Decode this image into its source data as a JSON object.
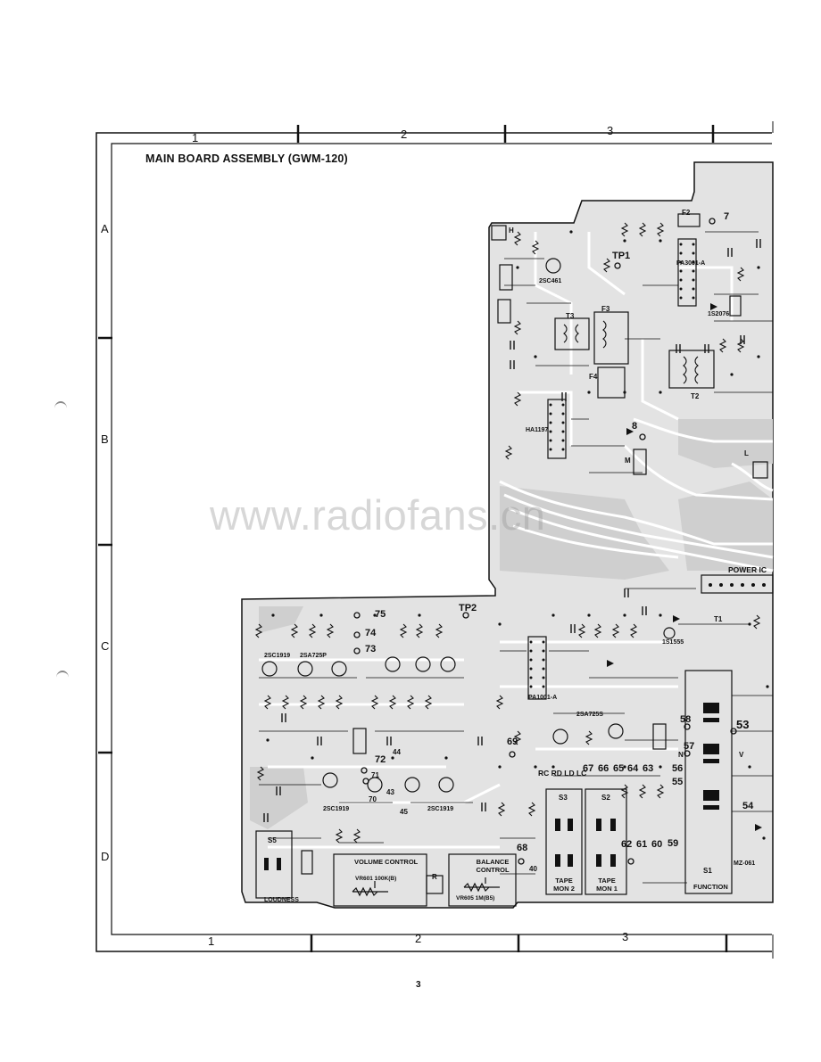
{
  "schematic": {
    "title": "MAIN BOARD ASSEMBLY (GWM-120)",
    "page_number": "3",
    "watermark": "www.radiofans.cn",
    "grid": {
      "columns_top": [
        "1",
        "2",
        "3"
      ],
      "columns_bottom": [
        "1",
        "2",
        "3"
      ],
      "rows": [
        "A",
        "B",
        "C",
        "D"
      ]
    },
    "labels": {
      "tp1": "TP1",
      "tp2": "TP2",
      "power_ic": "POWER IC",
      "volume_control": "VOLUME CONTROL",
      "balance_control": "BALANCE CONTROL",
      "tape_mon_2": "TAPE MON 2",
      "tape_mon_1": "TAPE MON 1",
      "loudness": "LOUDNESS",
      "function": "FUNCTION",
      "ic_pa3001": "PA3001-A",
      "ic_ha1197": "HA1197",
      "ic_pa1001": "PA1001-A",
      "tr_2sc461": "2SC461",
      "tr_2sc1919_a": "2SC1919",
      "tr_2sa725p": "2SA725P",
      "tr_2sa725s": "2SA725S",
      "tr_2sc1919_b": "2SC1919",
      "tr_2sc1919_c": "2SC1919",
      "d_1s1555": "1S1555",
      "d_1s2076": "1S2076",
      "mz061": "MZ-061",
      "vr601": "VR601 100K(B)",
      "vr605": "VR605 1M(B5)",
      "s1": "S1",
      "s2": "S2",
      "s3": "S3",
      "s5": "S5",
      "t1": "T1",
      "t2": "T2",
      "t3": "T3",
      "f2": "F2",
      "f3": "F3",
      "f4": "F4",
      "h": "H",
      "l": "L",
      "m": "M",
      "r": "R",
      "n": "N",
      "v": "V"
    },
    "terminals": {
      "t7": "7",
      "t8": "8",
      "t40": "40",
      "t43": "43",
      "t44": "44",
      "t45": "45",
      "t53": "53",
      "t54": "54",
      "t55": "55",
      "t56": "56",
      "t57": "57",
      "t58": "58",
      "t59": "59",
      "t60": "60",
      "t61": "61",
      "t62": "62",
      "t63": "63",
      "t64": "64",
      "t65": "65",
      "t66": "66",
      "t67": "67",
      "t68": "68",
      "t69": "69",
      "t70": "70",
      "t71": "71",
      "t72": "72",
      "t73": "73",
      "t74": "74",
      "t75": "75"
    },
    "jack_row": "RC  RD  LD  LC",
    "colors": {
      "ink": "#111111",
      "board": "#e2e2e2",
      "trace": "#ffffff",
      "watermark": "#969696"
    }
  }
}
